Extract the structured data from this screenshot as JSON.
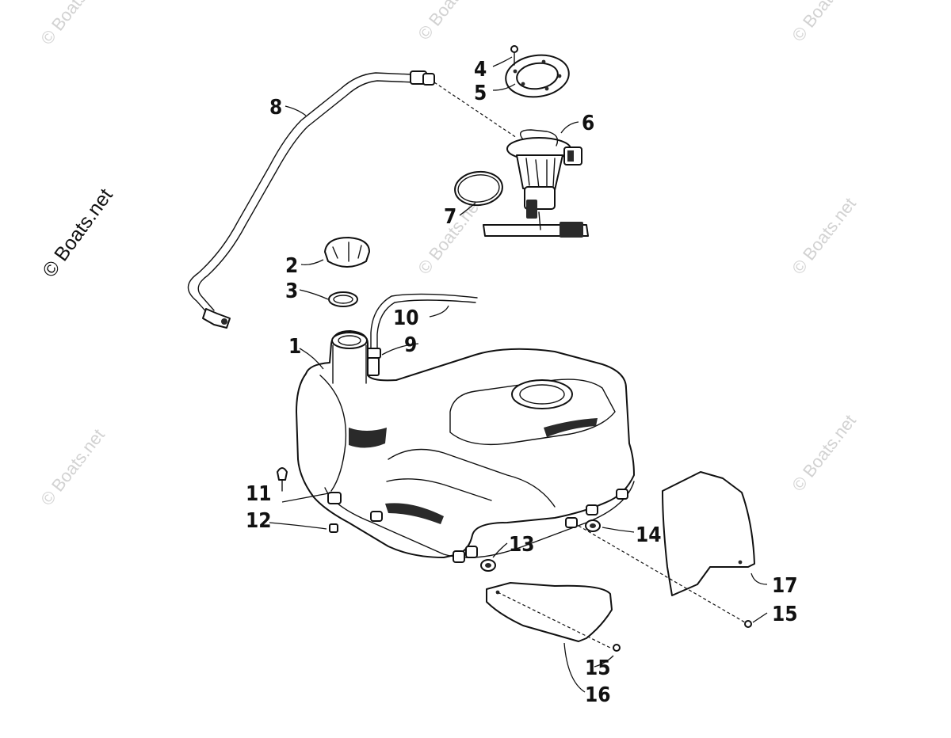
{
  "watermark": {
    "primary": "© Boats.net",
    "faded": "© Boats.net"
  },
  "callouts": {
    "c1": "1",
    "c2": "2",
    "c3": "3",
    "c4": "4",
    "c5": "5",
    "c6": "6",
    "c7": "7",
    "c8": "8",
    "c9": "9",
    "c10": "10",
    "c11": "11",
    "c12": "12",
    "c13": "13",
    "c14": "14",
    "c15a": "15",
    "c15b": "15",
    "c16": "16",
    "c17": "17"
  },
  "colors": {
    "line": "#111111",
    "watermark_faded": "#d2d2d2",
    "background": "#ffffff"
  }
}
